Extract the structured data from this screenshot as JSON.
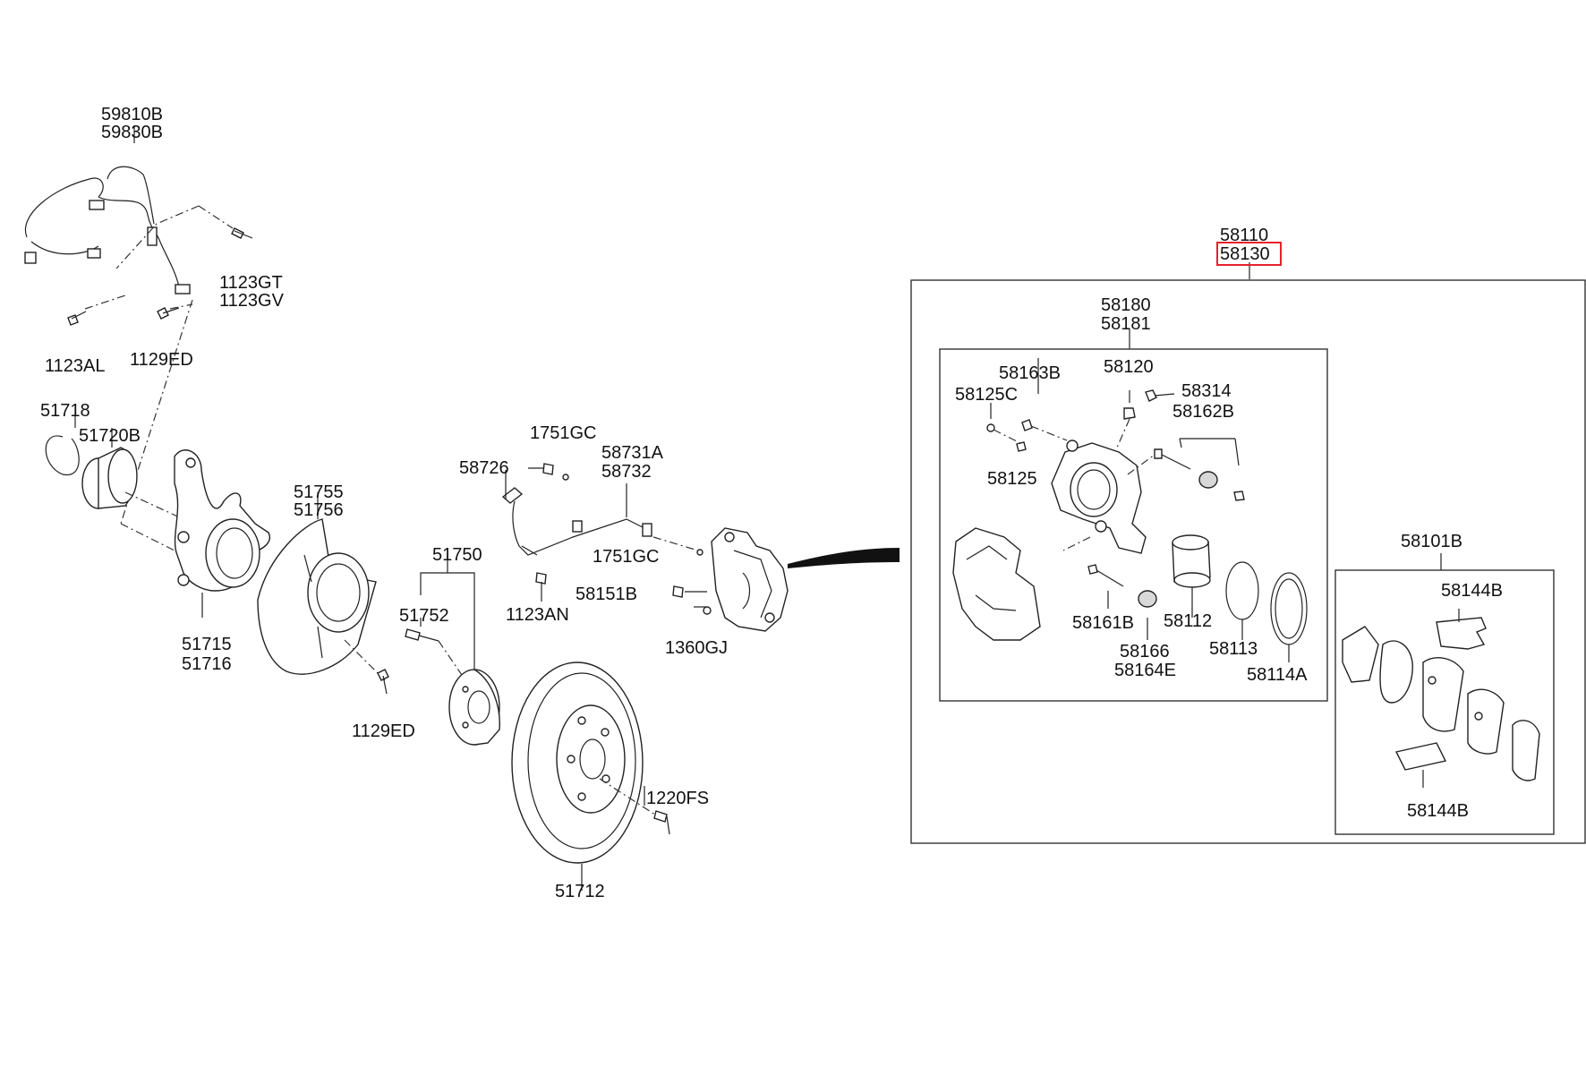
{
  "diagram": {
    "labels": {
      "p59810B": "59810B",
      "p59830B": "59830B",
      "p1123GT": "1123GT",
      "p1123GV": "1123GV",
      "p1123AL": "1123AL",
      "p1129ED_a": "1129ED",
      "p51718": "51718",
      "p51720B": "51720B",
      "p51715": "51715",
      "p51716": "51716",
      "p51755": "51755",
      "p51756": "51756",
      "p1129ED_b": "1129ED",
      "p51750": "51750",
      "p51752": "51752",
      "p1751GC_a": "1751GC",
      "p58726": "58726",
      "p58731A": "58731A",
      "p58732": "58732",
      "p1751GC_b": "1751GC",
      "p1123AN": "1123AN",
      "p58151B": "58151B",
      "p1360GJ": "1360GJ",
      "p1220FS": "1220FS",
      "p51712": "51712",
      "p58110": "58110",
      "p58130": "58130",
      "p58180": "58180",
      "p58181": "58181",
      "p58120": "58120",
      "p58163B": "58163B",
      "p58314": "58314",
      "p58125C": "58125C",
      "p58162B": "58162B",
      "p58125": "58125",
      "p58161B": "58161B",
      "p58112": "58112",
      "p58113": "58113",
      "p58114A": "58114A",
      "p58166": "58166",
      "p58164E": "58164E",
      "p58101B": "58101B",
      "p58144B_a": "58144B",
      "p58144B_b": "58144B"
    },
    "highlight_color": "#e8202a"
  }
}
